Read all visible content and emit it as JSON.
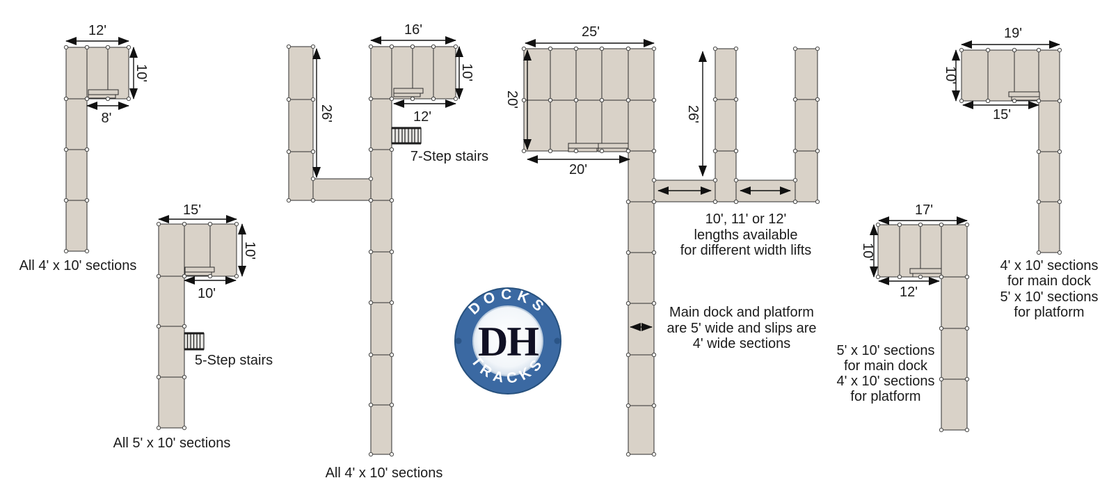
{
  "colors": {
    "dock_fill": "#d9d2c8",
    "dock_stroke": "#2e2e2e",
    "dimension": "#111111",
    "text": "#1c1c1c",
    "stairs_fill": "#e7e6e3",
    "logo_ring": "#3b69a2",
    "logo_inner": "#eef3f8",
    "logo_text": "#ffffff",
    "logo_monogram": "#101024"
  },
  "docks": [
    {
      "id": "dock-1",
      "dim_top": "12'",
      "dim_side": "10'",
      "dim_bench": "8'",
      "caption": "All 4' x 10' sections"
    },
    {
      "id": "dock-2",
      "dim_top": "15'",
      "dim_side": "10'",
      "dim_bench": "10'",
      "stairs_label": "5-Step stairs",
      "caption": "All 5' x 10' sections"
    },
    {
      "id": "dock-3",
      "dim_top": "16'",
      "dim_side": "10'",
      "dim_bench": "12'",
      "dim_arm": "26'",
      "stairs_label": "7-Step stairs",
      "caption": "All 4' x 10' sections"
    },
    {
      "id": "dock-4",
      "dim_top": "25'",
      "dim_side": "20'",
      "dim_bench": "20'",
      "dim_slip": "26'",
      "note_lifts": [
        "10', 11' or 12'",
        "lengths available",
        "for different width lifts"
      ],
      "note_widths": [
        "Main dock and platform",
        "are 5' wide and slips are",
        "4' wide sections"
      ]
    },
    {
      "id": "dock-5",
      "dim_top": "19'",
      "dim_side": "10'",
      "dim_bench": "15'",
      "caption_lines": [
        "4' x 10' sections",
        "for main dock",
        "5' x 10' sections",
        "for platform"
      ]
    },
    {
      "id": "dock-6",
      "dim_top": "17'",
      "dim_side": "10'",
      "dim_bench": "12'",
      "caption_lines": [
        "5' x 10' sections",
        "for main dock",
        "4' x 10' sections",
        "for platform"
      ]
    }
  ],
  "logo": {
    "arc_top": "DOCKS",
    "arc_bottom": "TRACKS",
    "monogram": "DH"
  }
}
